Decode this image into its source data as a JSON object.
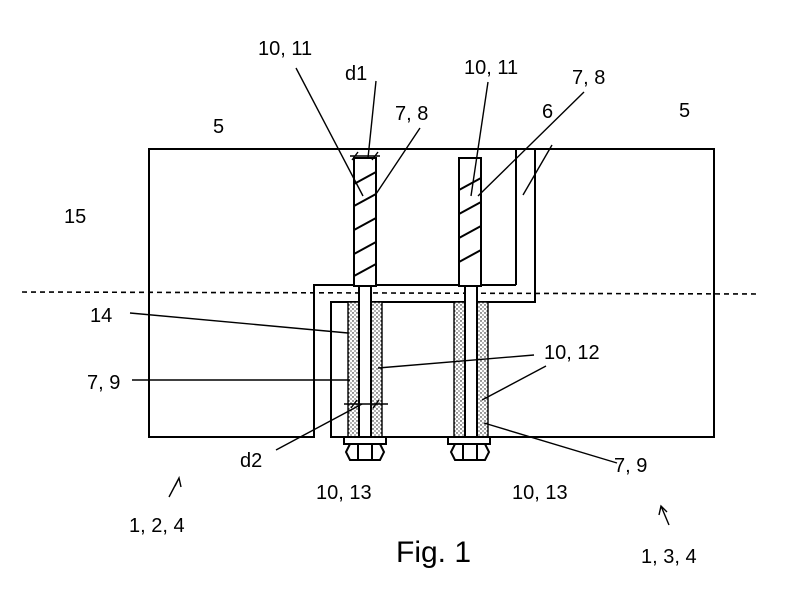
{
  "figure": {
    "caption": "Fig. 1",
    "labels": {
      "block_left": "5",
      "block_right": "5",
      "joint": "6",
      "plane": "15",
      "sleeve": "14",
      "screw_top_left": "10, 11",
      "screw_top_right": "10, 11",
      "thread_left": "7, 8",
      "thread_right": "7, 8",
      "diameter_top": "d1",
      "diameter_bottom": "d2",
      "rod": "10, 12",
      "anchor_left": "7, 9",
      "anchor_right": "7, 9",
      "nut_left": "10, 13",
      "nut_right": "10, 13",
      "assembly_left": "1, 2, 4",
      "assembly_right": "1, 3, 4"
    }
  }
}
